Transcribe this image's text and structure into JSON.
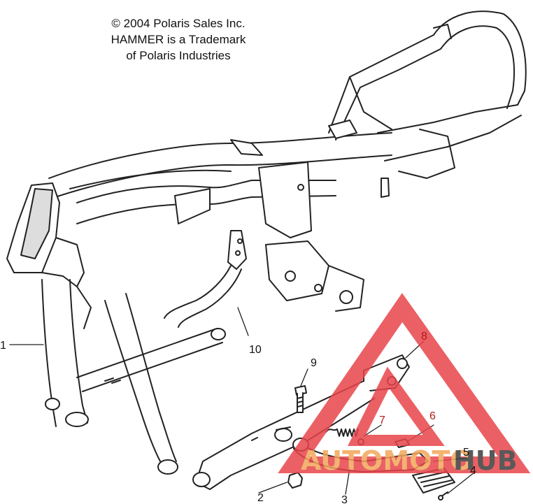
{
  "copyright": {
    "line1": "© 2004 Polaris Sales Inc.",
    "line2": "HAMMER is a Trademark",
    "line3": "of Polaris Industries"
  },
  "callouts": [
    "1",
    "2",
    "3",
    "4",
    "5",
    "6",
    "7",
    "8",
    "9",
    "10"
  ],
  "watermark": {
    "text_auto": "AUTOMOTO",
    "text_hub": "HUB",
    "color_red": "#e8454b",
    "color_orange": "#f2a65a",
    "color_dark": "#3d3d3d"
  },
  "colors": {
    "line": "#222222",
    "fill": "#ffffff",
    "shade": "#c8c8c8"
  }
}
